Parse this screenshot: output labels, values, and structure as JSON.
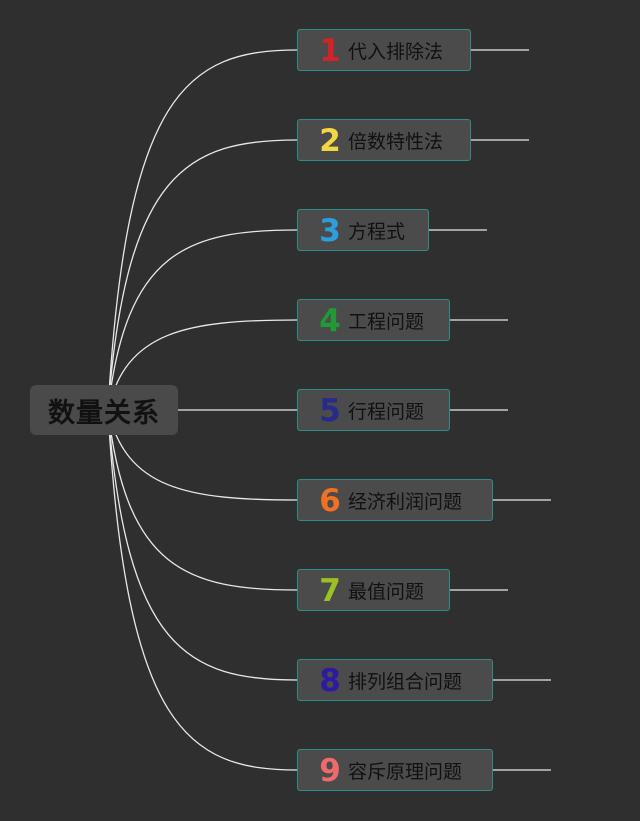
{
  "root": {
    "label": "数量关系"
  },
  "colors": {
    "background": "#2f2f2f",
    "node_fill": "#4b4b4b",
    "node_border": "#2f8c86",
    "line": "#e8e8e8"
  },
  "branches": [
    {
      "number": "1",
      "label": "代入排除法",
      "color": "#d2232a"
    },
    {
      "number": "2",
      "label": "倍数特性法",
      "color": "#f2d744"
    },
    {
      "number": "3",
      "label": "方程式",
      "color": "#2a9fe0"
    },
    {
      "number": "4",
      "label": "工程问题",
      "color": "#1f9a35"
    },
    {
      "number": "5",
      "label": "行程问题",
      "color": "#262a8c"
    },
    {
      "number": "6",
      "label": "经济利润问题",
      "color": "#f07024"
    },
    {
      "number": "7",
      "label": "最值问题",
      "color": "#9bc224"
    },
    {
      "number": "8",
      "label": "排列组合问题",
      "color": "#2c1aa0"
    },
    {
      "number": "9",
      "label": "容斥原理问题",
      "color": "#f06a6a"
    }
  ]
}
